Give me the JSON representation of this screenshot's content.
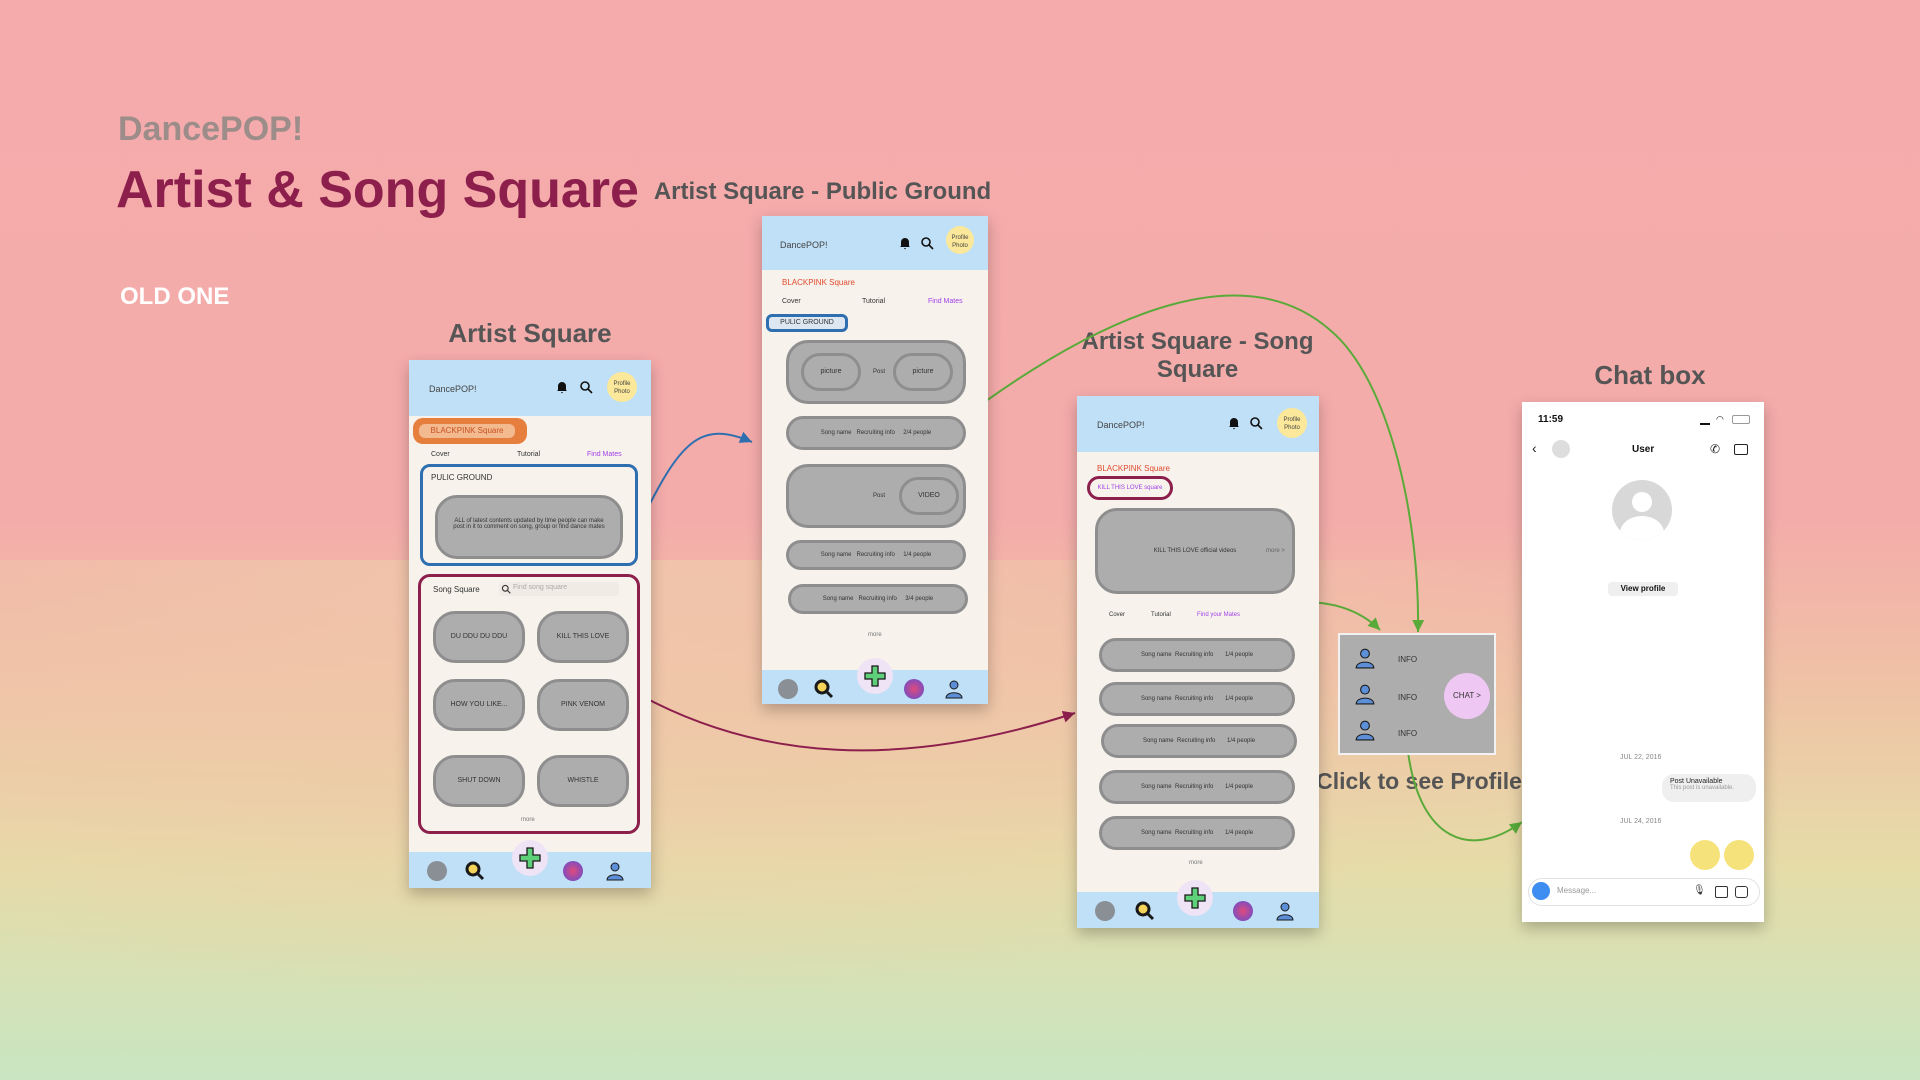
{
  "brand": "DancePOP!",
  "title": "Artist & Song Square",
  "old_label": "OLD ONE",
  "labels": {
    "artist_square": "Artist Square",
    "public_ground": "Artist Square - Public Ground",
    "song_square": "Artist Square - Song Square",
    "chat_box": "Chat box",
    "click_profile": "Click to see Profile"
  },
  "app": {
    "name": "DancePOP!",
    "profile_photo": "Profile Photo",
    "square_name": "BLACKPINK Square",
    "tabs": [
      "Cover",
      "Tutorial",
      "Find Mates"
    ],
    "find_your_mates": "Find your Mates",
    "public_ground": "PULIC GROUND",
    "public_ground_desc": "ALL of latest contents  updated by time people can make post in it to comment on song, group or find dance mates",
    "song_square": "Song Square",
    "find_song_placeholder": "Find song square",
    "songs": [
      "DU DDU DU DDU",
      "KILL THIS LOVE",
      "HOW YOU LIKE...",
      "PINK VENOM",
      "SHUT DOWN",
      "WHISTLE"
    ],
    "more": "more",
    "picture": "picture",
    "post": "Post",
    "video": "VIDEO",
    "song_name": "Song name",
    "recruiting": "Recruiting info",
    "people_2_4": "2/4 people",
    "people_1_4": "1/4 people",
    "people_3_4": "3/4 people",
    "kill_square": "KILL THIS LOVE square",
    "kill_videos": "KILL THIS LOVE official videos",
    "more_arrow": "more >"
  },
  "profile_popup": {
    "info": "INFO",
    "chat": "CHAT >"
  },
  "chat": {
    "time": "11:59",
    "user": "User",
    "view_profile": "View profile",
    "date1": "JUL 22, 2016",
    "post_unavailable": "Post Unavailable",
    "post_unavailable_sub": "This post is unavailable.",
    "date2": "JUL 24, 2016",
    "message_placeholder": "Message..."
  },
  "colors": {
    "title": "#8d1f4d",
    "header_blue": "#bfe0f7",
    "blue_outline": "#2f6fb0",
    "maroon_outline": "#8d1f4d",
    "green_arrow": "#5aaa3a"
  }
}
